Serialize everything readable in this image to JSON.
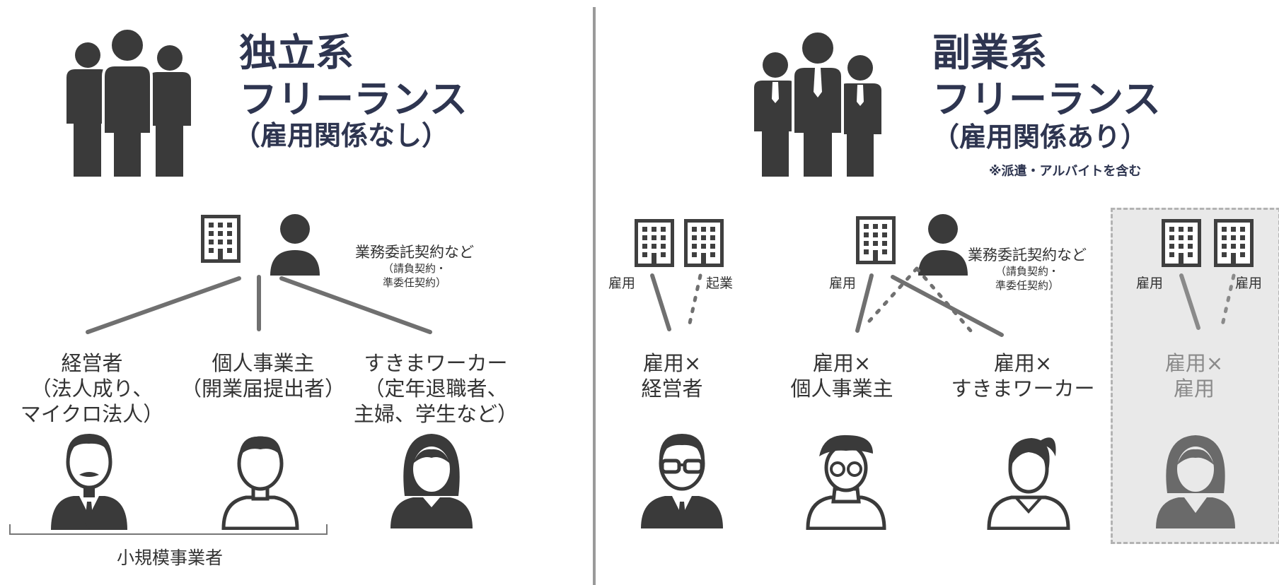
{
  "left": {
    "title_line1": "独立系",
    "title_line2": "フリーランス",
    "title_line3": "（雇用関係なし）",
    "contract_main": "業務委託契約など",
    "contract_sub1": "（請負契約・",
    "contract_sub2": "準委任契約）",
    "types": [
      {
        "line1": "経営者",
        "line2": "（法人成り、",
        "line3": "マイクロ法人）"
      },
      {
        "line1": "個人事業主",
        "line2": "（開業届提出者）",
        "line3": ""
      },
      {
        "line1": "すきまワーカー",
        "line2": "（定年退職者、",
        "line3": "主婦、学生など）"
      }
    ],
    "bracket_label": "小規模事業者"
  },
  "right": {
    "title_line1": "副業系",
    "title_line2": "フリーランス",
    "title_line3": "（雇用関係あり）",
    "note": "※派遣・アルバイトを含む",
    "contract_main": "業務委託契約など",
    "contract_sub1": "（請負契約・",
    "contract_sub2": "準委任契約）",
    "link_labels": {
      "employ_a": "雇用",
      "startup": "起業",
      "employ_b": "雇用",
      "employ_c": "雇用",
      "employ_d": "雇用"
    },
    "types": [
      {
        "line1": "雇用×",
        "line2": "経営者"
      },
      {
        "line1": "雇用×",
        "line2": "個人事業主"
      },
      {
        "line1": "雇用×",
        "line2": "すきまワーカー"
      },
      {
        "line1": "雇用×",
        "line2": "雇用"
      }
    ]
  },
  "colors": {
    "title": "#2e3550",
    "icon": "#3a3a3a",
    "divider": "#9a9a9a",
    "box": "#e9e9e9"
  }
}
